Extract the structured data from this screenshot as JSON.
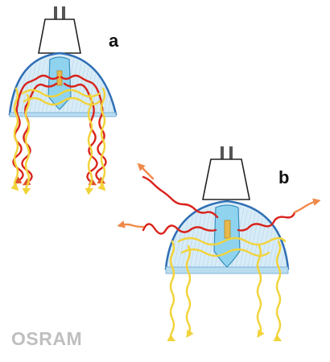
{
  "labels": {
    "a": "a",
    "b": "b"
  },
  "brand": "OSRAM",
  "colors": {
    "heat_ray": "#d9231b",
    "heat_ray_outer": "#f08a4b",
    "light_ray": "#f2d33a",
    "reflector_outline": "#2f6fb5",
    "reflector_fill": "#d8ecf7",
    "capsule": "#8fd3ee",
    "filament": "#e8b84a",
    "brand": "#bfbfbf"
  },
  "icons": [
    "halogen-lamp-a-icon",
    "halogen-lamp-b-icon",
    "heat-ray-icon",
    "light-ray-icon"
  ]
}
